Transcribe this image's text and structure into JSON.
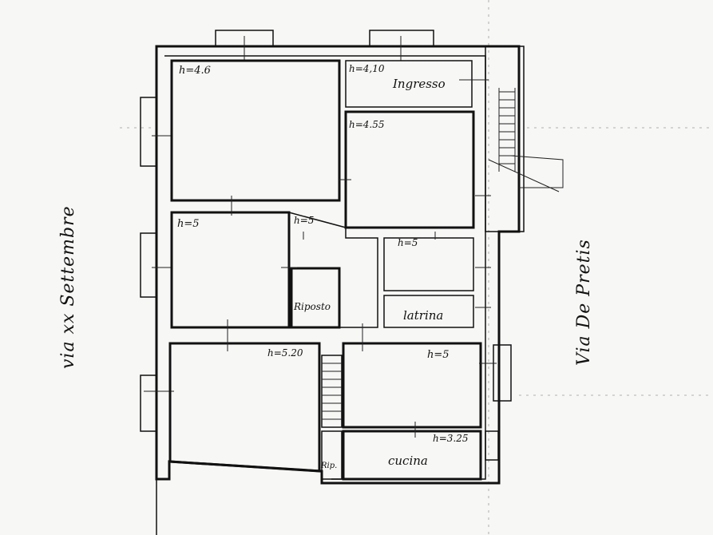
{
  "streets": {
    "left": "via xx Settembre",
    "right": "Via De Pretis"
  },
  "rooms": {
    "h1": "h=4.6",
    "h2": "h=4,10",
    "ingresso": "Ingresso",
    "h3": "h=4.55",
    "h4": "h=5",
    "h5": "h=5",
    "h6": "h=5",
    "riposto": "Riposto",
    "latrina": "latrina",
    "h7": "h=5.20",
    "h8": "h=5",
    "h9": "h=3.25",
    "cucina": "cucina",
    "rip_small": "Rip."
  }
}
